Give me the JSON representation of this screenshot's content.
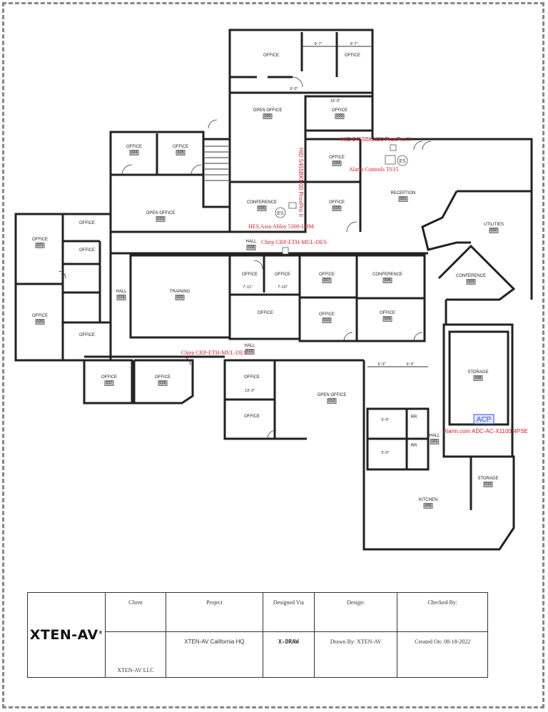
{
  "rooms": [
    {
      "name": "OFFICE",
      "num": ""
    },
    {
      "name": "OFFICE",
      "num": ""
    },
    {
      "name": "OPEN OFFICE",
      "num": "030"
    },
    {
      "name": "OFFICE",
      "num": "033"
    },
    {
      "name": "OFFICE",
      "num": "024"
    },
    {
      "name": "OFFICE",
      "num": "025"
    },
    {
      "name": "OFFICE",
      "num": "034"
    },
    {
      "name": "CONFERENCE",
      "num": "026"
    },
    {
      "name": "OFFICE",
      "num": "035"
    },
    {
      "name": "RECEPTION",
      "num": "001"
    },
    {
      "name": "OPEN OFFICE",
      "num": "023"
    },
    {
      "name": "UTILITIES",
      "num": "002"
    },
    {
      "name": "OFFICE",
      "num": "021"
    },
    {
      "name": "OFFICE",
      "num": ""
    },
    {
      "name": "OFFICE",
      "num": ""
    },
    {
      "name": "HALL",
      "num": "028"
    },
    {
      "name": "OFFICE",
      "num": ""
    },
    {
      "name": "OFFICE",
      "num": ""
    },
    {
      "name": "OFFICE",
      "num": "007"
    },
    {
      "name": "CONFERENCE",
      "num": "004"
    },
    {
      "name": "CONFERENCE",
      "num": "003"
    },
    {
      "name": "HALL",
      "num": "019"
    },
    {
      "name": "TRAINING",
      "num": "022"
    },
    {
      "name": "OFFICE",
      "num": ""
    },
    {
      "name": "OFFICE",
      "num": "013"
    },
    {
      "name": "OFFICE",
      "num": "009"
    },
    {
      "name": "OFFICE",
      "num": "020"
    },
    {
      "name": "OFFICE",
      "num": ""
    },
    {
      "name": "HALL",
      "num": "015"
    },
    {
      "name": "STORAGE",
      "num": "008"
    },
    {
      "name": "OFFICE",
      "num": "017"
    },
    {
      "name": "OFFICE",
      "num": "016"
    },
    {
      "name": "OFFICE",
      "num": ""
    },
    {
      "name": "OPEN OFFICE",
      "num": "012"
    },
    {
      "name": "OFFICE",
      "num": ""
    },
    {
      "name": "RR",
      "num": ""
    },
    {
      "name": "HALL",
      "num": "011"
    },
    {
      "name": "RR",
      "num": ""
    },
    {
      "name": "STORAGE",
      "num": "010"
    },
    {
      "name": "KITCHEN",
      "num": "006"
    }
  ],
  "dimensions": [
    "9'-7\"",
    "9'-7\"",
    "6'-0\"",
    "15'-0\"",
    "7'-11\"",
    "7'-10\"",
    "13'-3\"",
    "6'-3\"",
    "6'-3\"",
    "5'-0\"",
    "5'-0\""
  ],
  "devices": {
    "reader_top": "HID 5455BKN00 ProxPro II",
    "reader_vertical": "HID 5455BKN00 ProxPro II",
    "alarm_controls": "Alarm Controls TS15",
    "lock": "HES Assa Abloy 5300-LBM",
    "chirp_1": "Chirp CRP-ETH-MUL-DES",
    "chirp_2": "Chirp CRP-ETH-MUL-DES",
    "panel": "Alarm.com ADC-AC-X1100-4PSE",
    "acp": "ACP",
    "es_label": "ES"
  },
  "colors": {
    "annotation": "#d0202a",
    "acp": "#3355dd",
    "acp_fill": "#dde4ff"
  },
  "title_block": {
    "logo": "XTEN-AV",
    "client_label": "Client",
    "client_value": "XTEN-AV LLC",
    "project_label": "Project",
    "project_value": "XTEN-AV California HQ",
    "designed_via_label": "Designed Via",
    "designed_via_value": "X-DRAW",
    "design_label": "Design:",
    "drawn_by": "Drawn By: XTEN-AV",
    "checked_by_label": "Checked By:",
    "created_on": "Created On: 08-18-2022"
  }
}
